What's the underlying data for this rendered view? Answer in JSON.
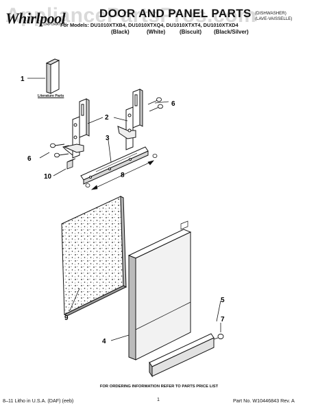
{
  "header": {
    "brand": "Whirlpool",
    "brand_sub": "CORPORATION",
    "title": "DOOR AND PANEL PARTS",
    "models_line": "For Models: DU1010XTXB4, DU1010XTXQ4, DU1010XTXT4, DU1010XTXD4",
    "variants": [
      "(Black)",
      "(White)",
      "(Biscuit)",
      "(Black/Silver)"
    ],
    "product_type_line1": "(DISHWASHER)",
    "product_type_line2": "(LAVE-VAISSELLE)"
  },
  "watermark": "AppliancePartsPros.com",
  "diagram": {
    "literature_label": "Literature Parts",
    "callouts": {
      "c1": "1",
      "c2": "2",
      "c3": "3",
      "c4": "4",
      "c5": "5",
      "c6a": "6",
      "c6b": "6",
      "c7": "7",
      "c8": "8",
      "c9": "9",
      "c10": "10"
    }
  },
  "footer": {
    "ordering_note": "FOR ORDERING INFORMATION REFER TO PARTS PRICE LIST",
    "litho": "8–11 Litho in U.S.A. (DAF) (eeb)",
    "page": "1",
    "part_number": "Part No. W10446843 Rev. A"
  }
}
